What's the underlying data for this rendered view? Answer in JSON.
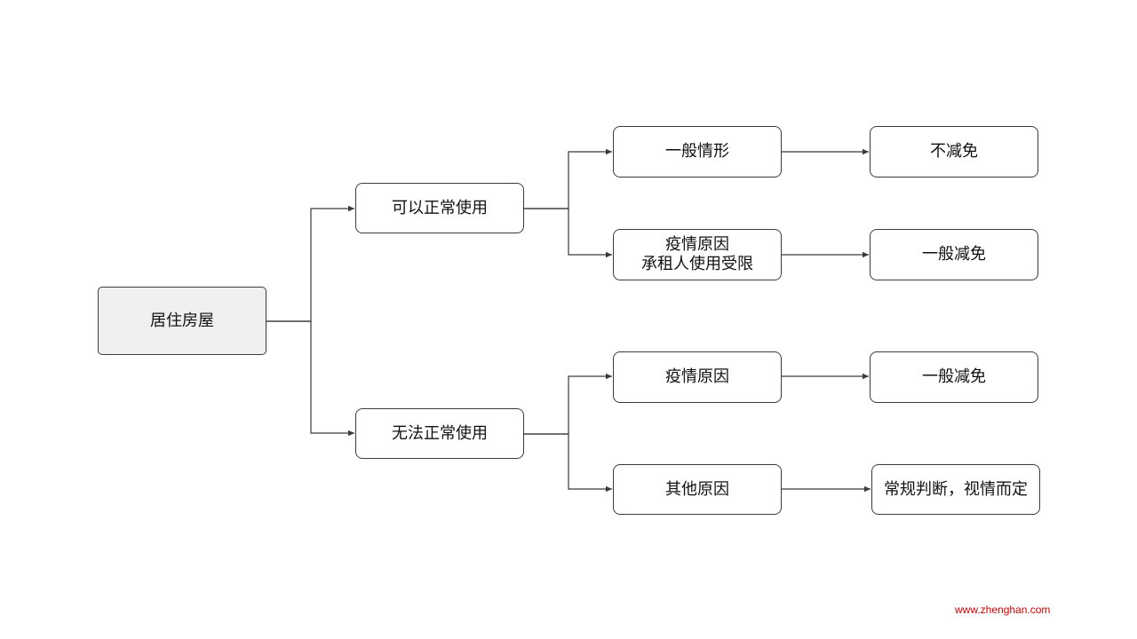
{
  "diagram": {
    "root": {
      "label": "居住房屋"
    },
    "branch_normal": {
      "label": "可以正常使用"
    },
    "branch_abnormal": {
      "label": "无法正常使用"
    },
    "normal_general": {
      "label": "一般情形"
    },
    "normal_general_result": {
      "label": "不减免"
    },
    "normal_epidemic": {
      "line1": "疫情原因",
      "line2": "承租人使用受限"
    },
    "normal_epidemic_result": {
      "label": "一般减免"
    },
    "abnormal_epidemic": {
      "label": "疫情原因"
    },
    "abnormal_epidemic_result": {
      "label": "一般减免"
    },
    "abnormal_other": {
      "label": "其他原因"
    },
    "abnormal_other_result": {
      "label": "常规判断，视情而定"
    }
  },
  "watermark": {
    "text": "www.zhenghan.com"
  },
  "colors": {
    "line": "#3a3a3a",
    "root_fill": "#f0f0f0",
    "watermark": "#d00000"
  }
}
